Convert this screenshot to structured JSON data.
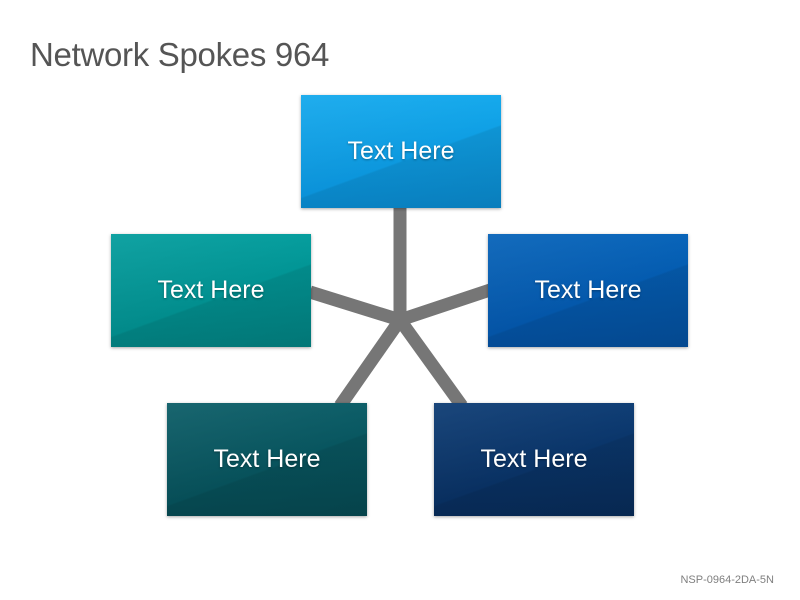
{
  "title": "Network Spokes 964",
  "nodes": {
    "top": {
      "label": "Text Here",
      "color_light": "#12A8EC",
      "color_dark": "#0A8FD6"
    },
    "left": {
      "label": "Text Here",
      "color_light": "#029C9C",
      "color_dark": "#028787"
    },
    "right": {
      "label": "Text Here",
      "color_light": "#0562B8",
      "color_dark": "#0452A3"
    },
    "bottom_left": {
      "label": "Text Here",
      "color_light": "#0A5C66",
      "color_dark": "#064C55"
    },
    "bottom_right": {
      "label": "Text Here",
      "color_light": "#0C3B73",
      "color_dark": "#082D5C"
    }
  },
  "spoke_color": "#767676",
  "code": "NSP-0964-2DA-5N"
}
